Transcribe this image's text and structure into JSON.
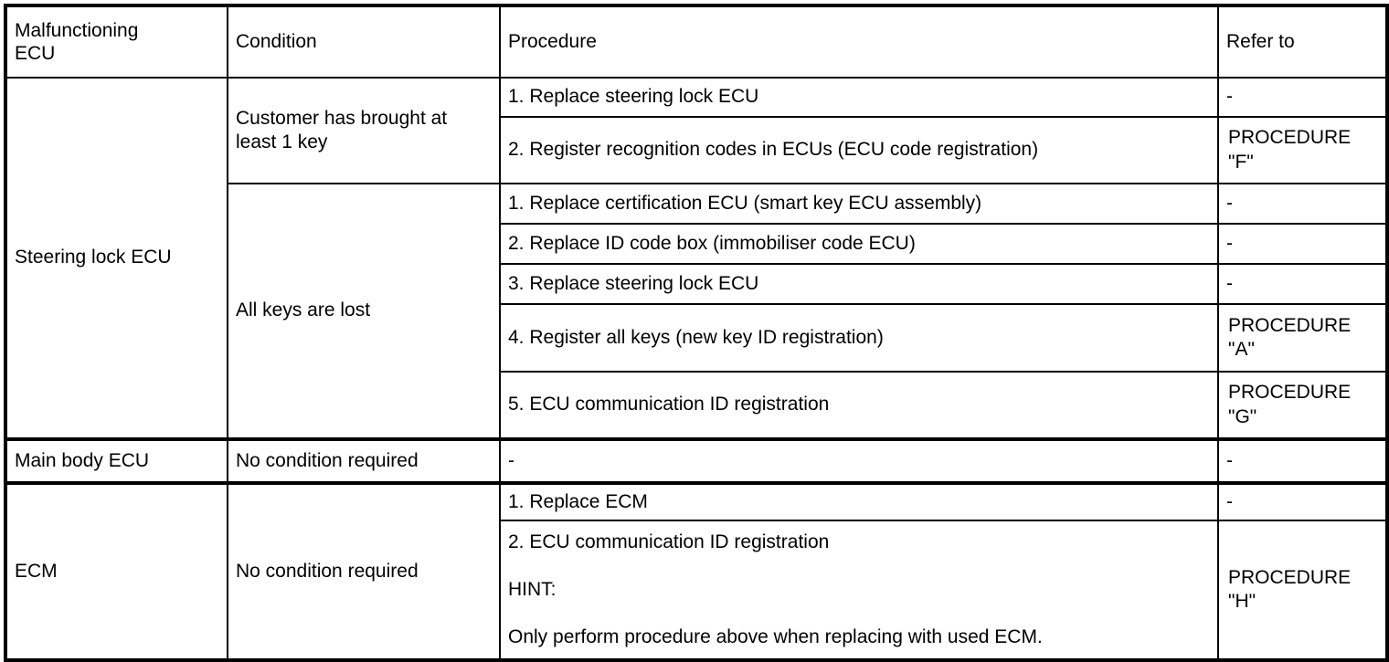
{
  "table": {
    "headers": {
      "ecu": "Malfunctioning ECU",
      "ecu_line1": "Malfunctioning",
      "ecu_line2": "ECU",
      "condition": "Condition",
      "procedure": "Procedure",
      "refer_to": "Refer to"
    },
    "groups": [
      {
        "ecu": "Steering lock ECU",
        "conditions": [
          {
            "condition_line1": "Customer has brought at",
            "condition_line2": "least 1 key",
            "rows": [
              {
                "procedure": "1. Replace steering lock ECU",
                "refer_to": "-",
                "refer_to_line2": ""
              },
              {
                "procedure": "2. Register recognition codes in ECUs (ECU code registration)",
                "refer_to": "PROCEDURE",
                "refer_to_line2": "\"F\""
              }
            ]
          },
          {
            "condition_line1": "All keys are lost",
            "condition_line2": "",
            "rows": [
              {
                "procedure": "1. Replace certification ECU (smart key ECU assembly)",
                "refer_to": "-",
                "refer_to_line2": ""
              },
              {
                "procedure": "2. Replace ID code box (immobiliser code ECU)",
                "refer_to": "-",
                "refer_to_line2": ""
              },
              {
                "procedure": "3. Replace steering lock ECU",
                "refer_to": "-",
                "refer_to_line2": ""
              },
              {
                "procedure": "4. Register all keys (new key ID registration)",
                "refer_to": "PROCEDURE",
                "refer_to_line2": "\"A\""
              },
              {
                "procedure": "5. ECU communication ID registration",
                "refer_to": "PROCEDURE",
                "refer_to_line2": "\"G\""
              }
            ]
          }
        ]
      },
      {
        "ecu": "Main body ECU",
        "conditions": [
          {
            "condition_line1": "No condition required",
            "condition_line2": "",
            "rows": [
              {
                "procedure": "-",
                "refer_to": "-",
                "refer_to_line2": ""
              }
            ]
          }
        ]
      },
      {
        "ecu": "ECM",
        "conditions": [
          {
            "condition_line1": "No condition required",
            "condition_line2": "",
            "rows": [
              {
                "procedure": "1. Replace ECM",
                "refer_to": "-",
                "refer_to_line2": ""
              },
              {
                "procedure_line1": "2. ECU communication ID registration",
                "procedure_line2": "HINT:",
                "procedure_line3": "Only perform procedure above when replacing with used ECM.",
                "refer_to": "PROCEDURE",
                "refer_to_line2": "\"H\""
              }
            ]
          }
        ]
      }
    ]
  }
}
